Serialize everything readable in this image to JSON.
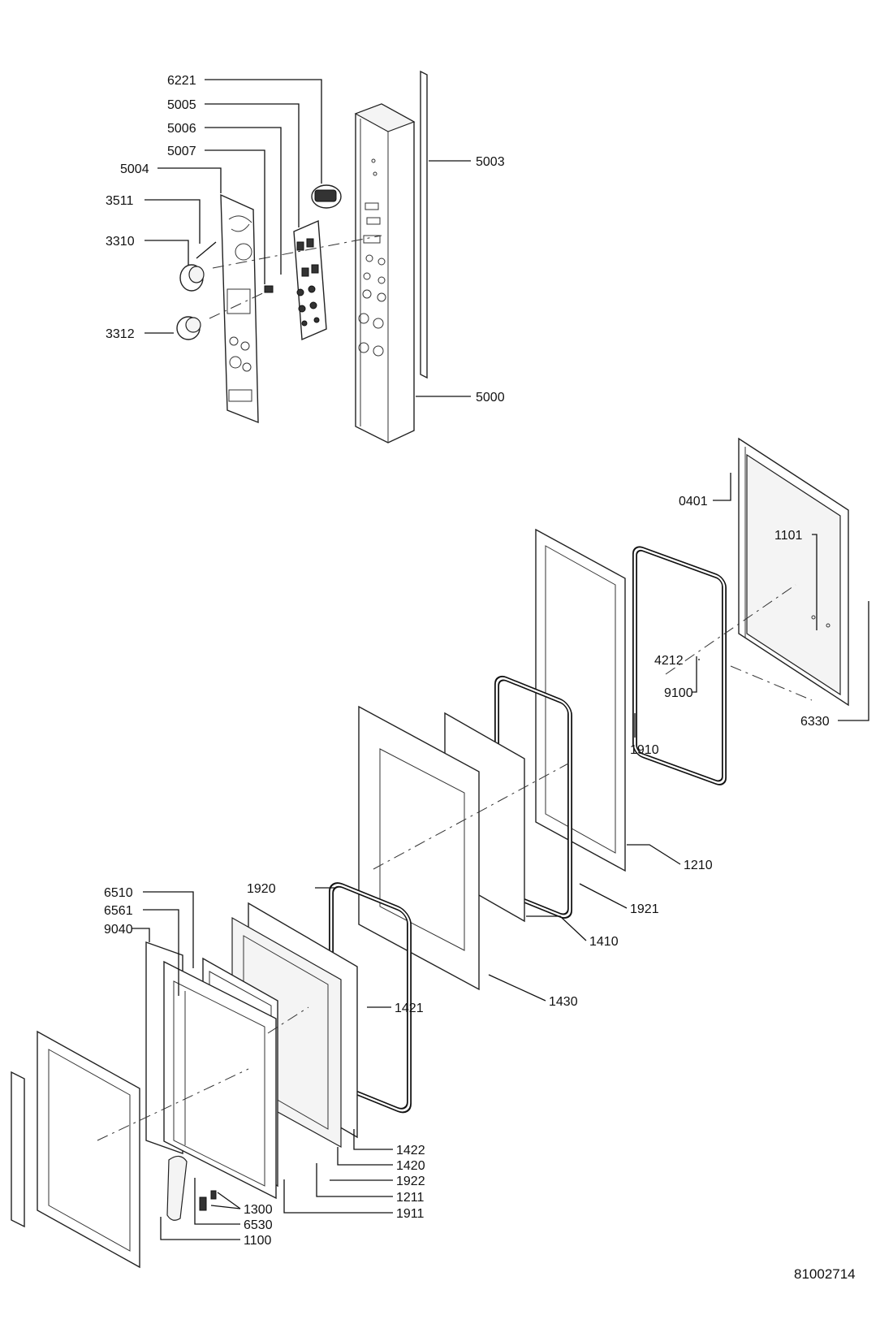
{
  "drawing_number": "81002714",
  "callouts": [
    {
      "id": "6221",
      "label": "6221"
    },
    {
      "id": "5005",
      "label": "5005"
    },
    {
      "id": "5006",
      "label": "5006"
    },
    {
      "id": "5007",
      "label": "5007"
    },
    {
      "id": "5004",
      "label": "5004"
    },
    {
      "id": "3511",
      "label": "3511"
    },
    {
      "id": "3310",
      "label": "3310"
    },
    {
      "id": "3312",
      "label": "3312"
    },
    {
      "id": "5003",
      "label": "5003"
    },
    {
      "id": "5000",
      "label": "5000"
    },
    {
      "id": "0401",
      "label": "0401"
    },
    {
      "id": "1101",
      "label": "1101"
    },
    {
      "id": "4212",
      "label": "4212"
    },
    {
      "id": "9100",
      "label": "9100"
    },
    {
      "id": "6330",
      "label": "6330"
    },
    {
      "id": "1910",
      "label": "1910"
    },
    {
      "id": "1210",
      "label": "1210"
    },
    {
      "id": "1921",
      "label": "1921"
    },
    {
      "id": "1920",
      "label": "1920"
    },
    {
      "id": "1410",
      "label": "1410"
    },
    {
      "id": "1430",
      "label": "1430"
    },
    {
      "id": "1421",
      "label": "1421"
    },
    {
      "id": "6510",
      "label": "6510"
    },
    {
      "id": "6561",
      "label": "6561"
    },
    {
      "id": "9040",
      "label": "9040"
    },
    {
      "id": "1422",
      "label": "1422"
    },
    {
      "id": "1420",
      "label": "1420"
    },
    {
      "id": "1922",
      "label": "1922"
    },
    {
      "id": "1211",
      "label": "1211"
    },
    {
      "id": "1300",
      "label": "1300"
    },
    {
      "id": "1911",
      "label": "1911"
    },
    {
      "id": "6530",
      "label": "6530"
    },
    {
      "id": "1100",
      "label": "1100"
    }
  ]
}
